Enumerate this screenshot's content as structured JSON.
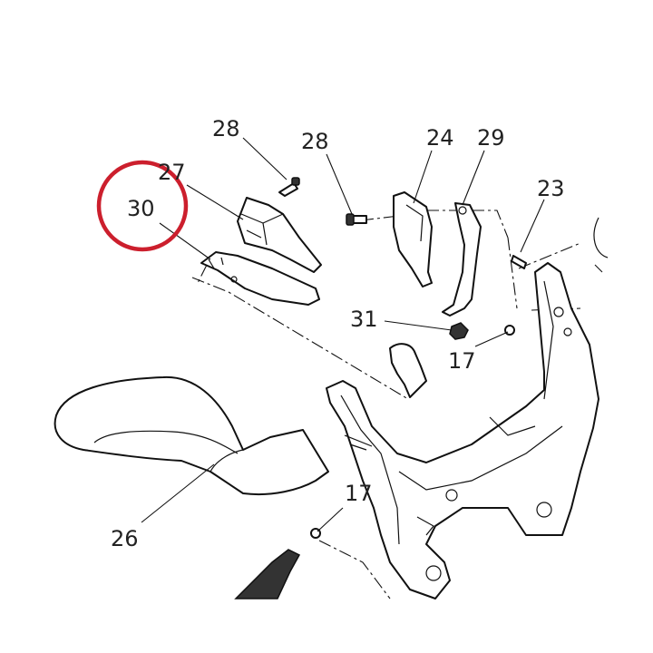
{
  "diagram": {
    "highlight_color": "#cc1f2d",
    "line_color": "#111111",
    "callouts": [
      {
        "id": "c28a",
        "text": "28"
      },
      {
        "id": "c28b",
        "text": "28"
      },
      {
        "id": "c24",
        "text": "24"
      },
      {
        "id": "c29",
        "text": "29"
      },
      {
        "id": "c23",
        "text": "23"
      },
      {
        "id": "c27",
        "text": "27"
      },
      {
        "id": "c30",
        "text": "30"
      },
      {
        "id": "c31",
        "text": "31"
      },
      {
        "id": "c17a",
        "text": "17"
      },
      {
        "id": "c17b",
        "text": "17"
      },
      {
        "id": "c26",
        "text": "26"
      }
    ],
    "highlighted_callout": "30"
  }
}
